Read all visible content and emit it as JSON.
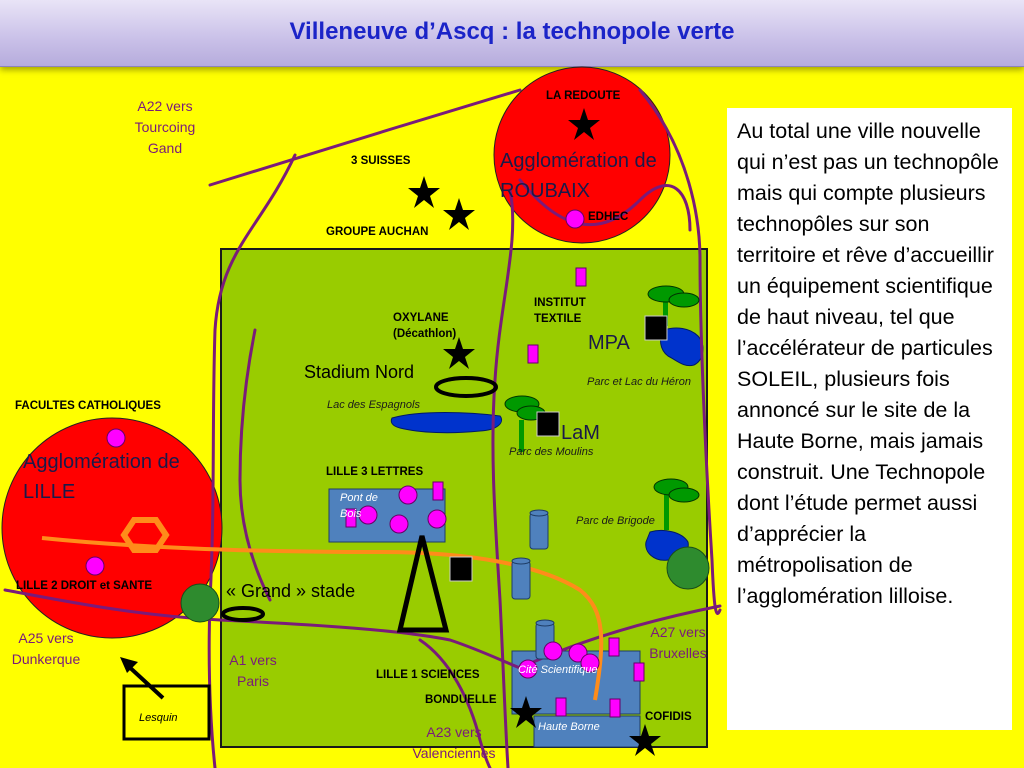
{
  "title": "Villeneuve d’Ascq : la technopole verte",
  "description": "Au total une ville nouvelle qui n’est pas un technopôle mais qui compte plusieurs technopôles sur son territoire et rêve d’accueillir un équipement scientifique de haut niveau, tel que l’accélérateur de particules SOLEIL, plusieurs fois annoncé sur le site de la Haute Borne, mais jamais construit. Une Technopole dont l’étude permet aussi d’apprécier la métropolisation de l’agglomération lilloise.",
  "map": {
    "la_redoute": "LA REDOUTE",
    "agglo_roubaix": "Agglomération de ROUBAIX",
    "edhec": "EDHEC",
    "trois_suisses": "3 SUISSES",
    "groupe_auchan": "GROUPE AUCHAN",
    "a22": "A22 vers Tourcoing Gand",
    "oxylane": "OXYLANE (Décathlon)",
    "institut_textile": "INSTITUT TEXTILE",
    "mpa": "MPA",
    "parc_lac_heron": "Parc et Lac du Héron",
    "stadium_nord": "Stadium Nord",
    "lac_espagnols": "Lac des Espagnols",
    "lam": "LaM",
    "parc_moulins": "Parc des Moulins",
    "facultes_catholiques": "FACULTES CATHOLIQUES",
    "agglo_lille": "Agglomération de LILLE",
    "lille3": "LILLE 3 LETTRES",
    "pont_de_bois": "Pont de Bois",
    "parc_brigode": "Parc de Brigode",
    "lille2": "LILLE 2 DROIT et SANTE",
    "grand_stade": "« Grand » stade",
    "a25": "A25 vers Dunkerque",
    "a1": "A1 vers Paris",
    "a27": "A27 vers Bruxelles",
    "lille1": "LILLE 1 SCIENCES",
    "cite_scientifique": "Cité Scientifique",
    "bonduelle": "BONDUELLE",
    "lesquin": "Lesquin",
    "a23": "A23 vers Valenciennes",
    "haute_borne": "Haute Borne",
    "cofidis": "COFIDIS"
  }
}
